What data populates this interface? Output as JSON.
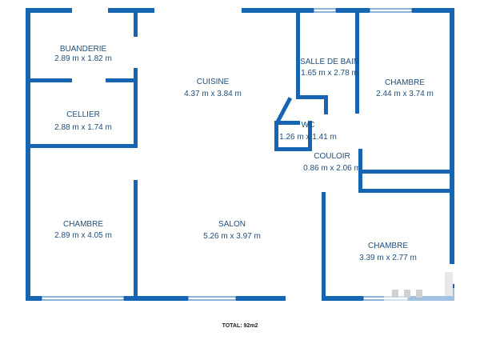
{
  "plan": {
    "wall_color": "#1565b3",
    "label_color": "#1f4e79",
    "rooms": [
      {
        "id": "buanderie",
        "name": "BUANDERIE",
        "dims": "2.89 m x 1.82 m"
      },
      {
        "id": "cellier",
        "name": "CELLIER",
        "dims": "2.88 m x 1.74 m"
      },
      {
        "id": "chambre-1",
        "name": "CHAMBRE",
        "dims": "2.89 m x 4.05 m"
      },
      {
        "id": "cuisine",
        "name": "CUISINE",
        "dims": "4.37 m x 3.84 m"
      },
      {
        "id": "salon",
        "name": "SALON",
        "dims": "5.26 m x 3.97 m"
      },
      {
        "id": "salle-de-bain",
        "name": "SALLE DE BAIN",
        "dims": "1.65 m x 2.78 m"
      },
      {
        "id": "wc",
        "name": "WC",
        "dims": "1.26 m x 1.41 m"
      },
      {
        "id": "couloir",
        "name": "COULOIR",
        "dims": "0.86 m x 2.06 m"
      },
      {
        "id": "chambre-2",
        "name": "CHAMBRE",
        "dims": "2.44 m x 3.74 m"
      },
      {
        "id": "chambre-3",
        "name": "CHAMBRE",
        "dims": "3.39 m x 2.77 m"
      }
    ],
    "total": "TOTAL: 92m2"
  }
}
